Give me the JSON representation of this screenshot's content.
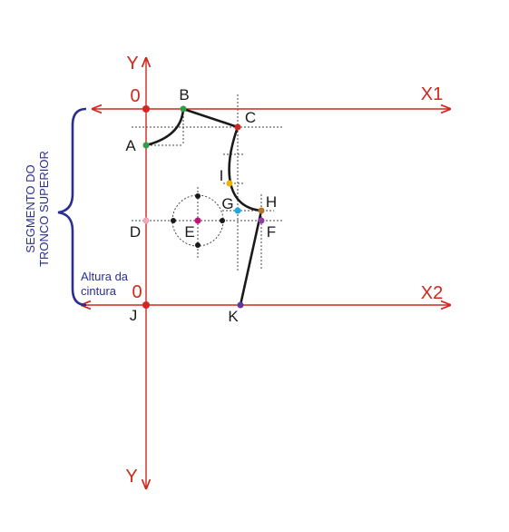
{
  "axes": {
    "y_top": "Y",
    "y_bottom": "Y",
    "x1": "X1",
    "x2": "X2",
    "origin_top": "0",
    "origin_bottom": "0"
  },
  "points": {
    "A": "A",
    "B": "B",
    "C": "C",
    "D": "D",
    "E": "E",
    "F": "F",
    "G": "G",
    "H": "H",
    "I": "I",
    "J": "J",
    "K": "K"
  },
  "side_label": {
    "line1": "SEGMENTO DO",
    "line2": "TRONCO SUPERIOR"
  },
  "note": {
    "line1": "Altura da",
    "line2": "cintura"
  },
  "colors": {
    "axis": "#d0281c",
    "brace": "#2b2f8f",
    "A": "#2e9e4a",
    "B": "#2e9e4a",
    "C": "#d0281c",
    "D": "#f2a6b8",
    "E": "#c0147a",
    "F": "#8e3fa0",
    "G": "#1aa8e0",
    "H": "#b8732a",
    "I": "#f0b400",
    "J": "#d0281c",
    "K": "#5a3aa0",
    "origin": "#d0281c"
  }
}
